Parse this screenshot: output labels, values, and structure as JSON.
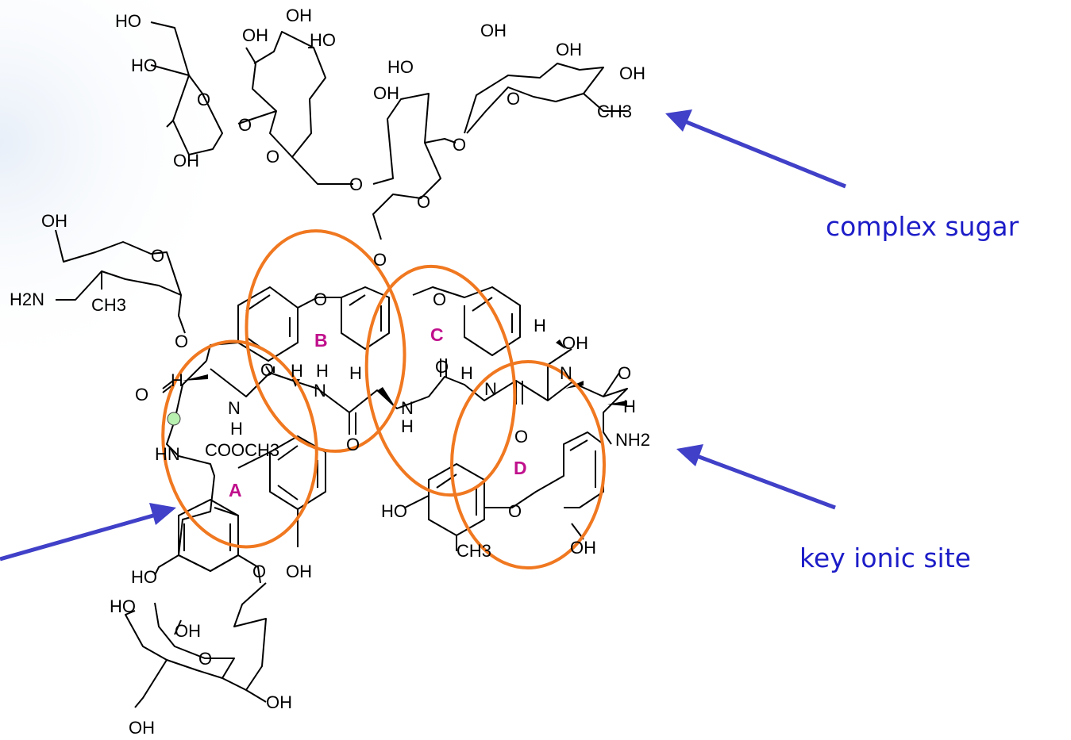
{
  "annotations": {
    "complex_sugar": "complex sugar",
    "key_ionic_site": "key ionic site"
  },
  "ring_labels": [
    "A",
    "B",
    "C",
    "D"
  ],
  "atom_labels": {
    "top_sugar_1": [
      "HO",
      "HO",
      "O",
      "OH",
      "O"
    ],
    "top_sugar_2": [
      "OH",
      "OH",
      "HO",
      "O",
      "O"
    ],
    "top_sugar_3": [
      "HO",
      "OH",
      "O",
      "O",
      "O"
    ],
    "top_sugar_4": [
      "OH",
      "OH",
      "OH",
      "O",
      "CH3"
    ],
    "amino_sugar": [
      "OH",
      "O",
      "H2N",
      "CH3",
      "O"
    ],
    "core_left": [
      "O",
      "H",
      "HN",
      "COOCH3",
      "N",
      "H",
      "O",
      "H",
      "H",
      "N",
      "O",
      "H"
    ],
    "core_middle": [
      "O",
      "O",
      "N",
      "H",
      "O",
      "H",
      "N",
      "O",
      "H",
      "OH",
      "N",
      "O",
      "H",
      "NH2"
    ],
    "aromatic_lower": [
      "HO",
      "O",
      "OH",
      "HO",
      "O",
      "CH3",
      "OH"
    ],
    "bottom_sugar": [
      "HO",
      "OH",
      "O",
      "OH",
      "OH"
    ]
  },
  "colors": {
    "annotation_text": "#1d1dc8",
    "arrow": "#4040c8",
    "ring_ellipse": "#f07820",
    "ring_label": "#c0108c",
    "bond": "#000000",
    "background": "#ffffff",
    "marker": "#b8f0b0"
  }
}
